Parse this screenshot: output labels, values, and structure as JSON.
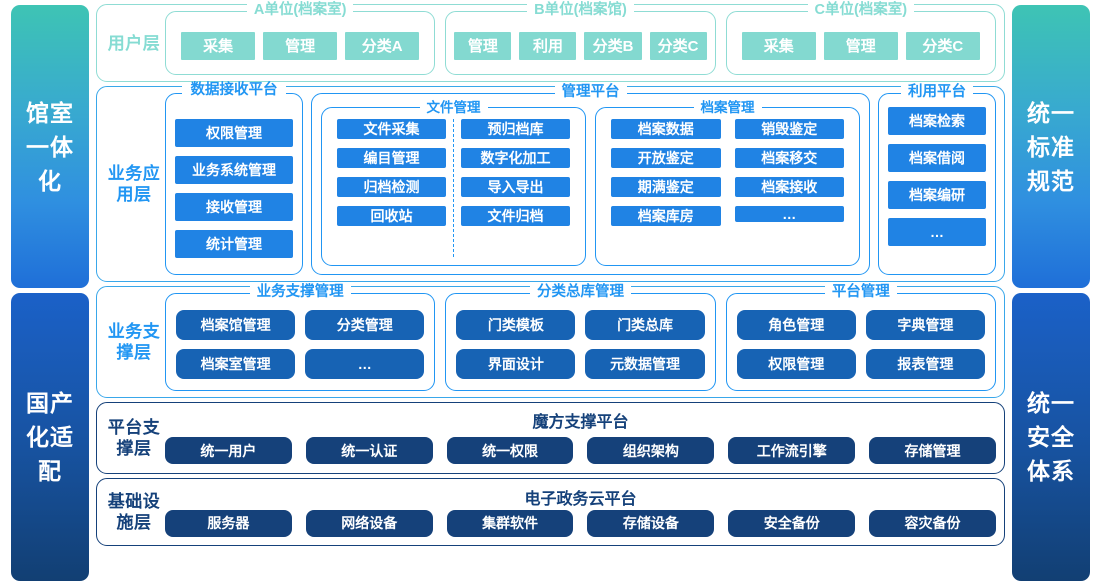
{
  "sidebars": {
    "left": [
      {
        "name": "museum-room-integration",
        "label": "馆室一体化"
      },
      {
        "name": "domestic-adaptation",
        "label": "国产化适配"
      }
    ],
    "right": [
      {
        "name": "unified-standard",
        "label": "统一标准规范"
      },
      {
        "name": "unified-security",
        "label": "统一安全体系"
      }
    ]
  },
  "layers": {
    "user": {
      "label": "用户层",
      "groups": [
        {
          "title": "A单位(档案室)",
          "items": [
            "采集",
            "管理",
            "分类A"
          ]
        },
        {
          "title": "B单位(档案馆)",
          "items": [
            "管理",
            "利用",
            "分类B",
            "分类C"
          ]
        },
        {
          "title": "C单位(档案室)",
          "items": [
            "采集",
            "管理",
            "分类C"
          ]
        }
      ]
    },
    "app": {
      "label": "业务应用层",
      "receive": {
        "title": "数据接收平台",
        "items": [
          "权限管理",
          "业务系统管理",
          "接收管理",
          "统计管理"
        ]
      },
      "manage": {
        "title": "管理平台",
        "subs": [
          {
            "title": "文件管理",
            "left": [
              "文件采集",
              "编目管理",
              "归档检测",
              "回收站"
            ],
            "right": [
              "预归档库",
              "数字化加工",
              "导入导出",
              "文件归档"
            ]
          },
          {
            "title": "档案管理",
            "left": [
              "档案数据",
              "开放鉴定",
              "期满鉴定",
              "档案库房"
            ],
            "right": [
              "销毁鉴定",
              "档案移交",
              "档案接收",
              "…"
            ]
          }
        ]
      },
      "use": {
        "title": "利用平台",
        "items": [
          "档案检索",
          "档案借阅",
          "档案编研",
          "…"
        ]
      }
    },
    "support": {
      "label": "业务支撑层",
      "groups": [
        {
          "title": "业务支撑管理",
          "items": [
            "档案馆管理",
            "分类管理",
            "档案室管理",
            "…"
          ]
        },
        {
          "title": "分类总库管理",
          "items": [
            "门类模板",
            "门类总库",
            "界面设计",
            "元数据管理"
          ]
        },
        {
          "title": "平台管理",
          "items": [
            "角色管理",
            "字典管理",
            "权限管理",
            "报表管理"
          ]
        }
      ]
    },
    "platform": {
      "label": "平台支撑层",
      "title": "魔方支撑平台",
      "items": [
        "统一用户",
        "统一认证",
        "统一权限",
        "组织架构",
        "工作流引擎",
        "存储管理"
      ]
    },
    "infra": {
      "label": "基础设施层",
      "title": "电子政务云平台",
      "items": [
        "服务器",
        "网络设备",
        "集群软件",
        "存储设备",
        "安全备份",
        "容灾备份"
      ]
    }
  },
  "colors": {
    "teal": "#83d9d0",
    "blue": "#2083e4",
    "blue_border": "#2196f3",
    "navy": "#15417a",
    "navy_chip": "#1763b4"
  }
}
